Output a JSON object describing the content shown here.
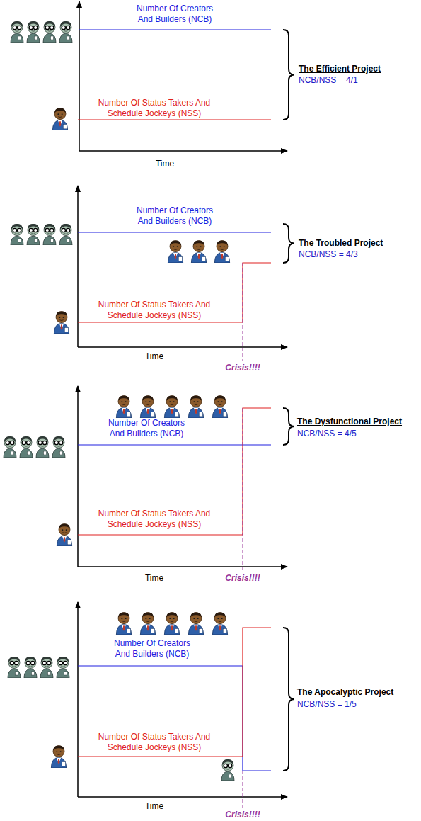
{
  "diagram": {
    "labels": [
      "Number Of Creators And Builders (NCB)",
      "The Efficient Project",
      "NCB/NSS = 4/1",
      "Number Of Status Takers And Schedule Jockeys (NSS)",
      "Time",
      "Number Of Creators And Builders (NCB)",
      "The Troubled Project",
      "NCB/NSS = 4/3",
      "Number Of Status Takers And Schedule Jockeys (NSS)",
      "Time",
      "Crisis!!!!",
      "Number Of Creators And Builders (NCB)",
      "The Dysfunctional Project",
      "NCB/NSS = 4/5",
      "Number Of Status Takers And Schedule Jockeys (NSS)",
      "Time",
      "Crisis!!!!",
      "Number Of Creators And Builders (NCB)",
      "The Apocalyptic Project",
      "NCB/NSS = 1/5",
      "Number Of Status Takers And Schedule Jockeys (NSS)",
      "Time",
      "Crisis!!!!"
    ]
  }
}
